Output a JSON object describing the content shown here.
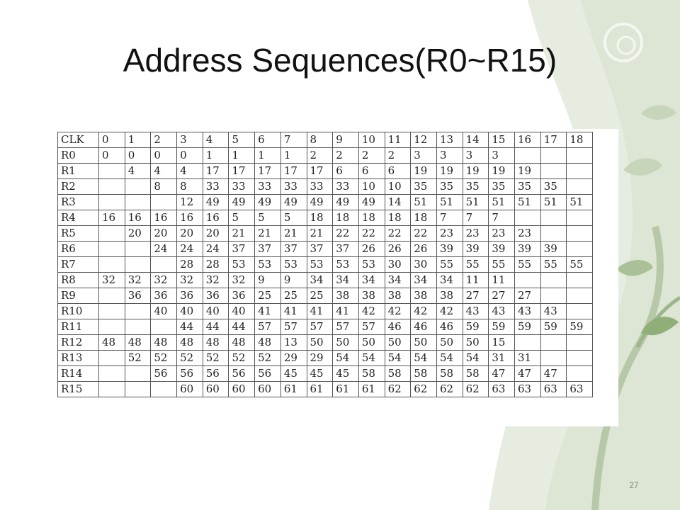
{
  "slide": {
    "title": "Address Sequences(R0~R15)",
    "page_number": "27"
  },
  "table": {
    "header": [
      "CLK",
      "0",
      "1",
      "2",
      "3",
      "4",
      "5",
      "6",
      "7",
      "8",
      "9",
      "10",
      "11",
      "12",
      "13",
      "14",
      "15",
      "16",
      "17",
      "18"
    ],
    "rows": [
      [
        "R0",
        "0",
        "0",
        "0",
        "0",
        "1",
        "1",
        "1",
        "1",
        "2",
        "2",
        "2",
        "2",
        "3",
        "3",
        "3",
        "3",
        "",
        "",
        ""
      ],
      [
        "R1",
        "",
        "4",
        "4",
        "4",
        "17",
        "17",
        "17",
        "17",
        "17",
        "6",
        "6",
        "6",
        "19",
        "19",
        "19",
        "19",
        "19",
        "",
        ""
      ],
      [
        "R2",
        "",
        "",
        "8",
        "8",
        "33",
        "33",
        "33",
        "33",
        "33",
        "33",
        "10",
        "10",
        "35",
        "35",
        "35",
        "35",
        "35",
        "35",
        ""
      ],
      [
        "R3",
        "",
        "",
        "",
        "12",
        "49",
        "49",
        "49",
        "49",
        "49",
        "49",
        "49",
        "14",
        "51",
        "51",
        "51",
        "51",
        "51",
        "51",
        "51"
      ],
      [
        "R4",
        "16",
        "16",
        "16",
        "16",
        "16",
        "5",
        "5",
        "5",
        "18",
        "18",
        "18",
        "18",
        "18",
        "7",
        "7",
        "7",
        "",
        "",
        ""
      ],
      [
        "R5",
        "",
        "20",
        "20",
        "20",
        "20",
        "21",
        "21",
        "21",
        "21",
        "22",
        "22",
        "22",
        "22",
        "23",
        "23",
        "23",
        "23",
        "",
        ""
      ],
      [
        "R6",
        "",
        "",
        "24",
        "24",
        "24",
        "37",
        "37",
        "37",
        "37",
        "37",
        "26",
        "26",
        "26",
        "39",
        "39",
        "39",
        "39",
        "39",
        ""
      ],
      [
        "R7",
        "",
        "",
        "",
        "28",
        "28",
        "53",
        "53",
        "53",
        "53",
        "53",
        "53",
        "30",
        "30",
        "55",
        "55",
        "55",
        "55",
        "55",
        "55"
      ],
      [
        "R8",
        "32",
        "32",
        "32",
        "32",
        "32",
        "32",
        "9",
        "9",
        "34",
        "34",
        "34",
        "34",
        "34",
        "34",
        "11",
        "11",
        "",
        "",
        ""
      ],
      [
        "R9",
        "",
        "36",
        "36",
        "36",
        "36",
        "36",
        "25",
        "25",
        "25",
        "38",
        "38",
        "38",
        "38",
        "38",
        "27",
        "27",
        "27",
        "",
        ""
      ],
      [
        "R10",
        "",
        "",
        "40",
        "40",
        "40",
        "40",
        "41",
        "41",
        "41",
        "41",
        "42",
        "42",
        "42",
        "42",
        "43",
        "43",
        "43",
        "43",
        ""
      ],
      [
        "R11",
        "",
        "",
        "",
        "44",
        "44",
        "44",
        "57",
        "57",
        "57",
        "57",
        "57",
        "46",
        "46",
        "46",
        "59",
        "59",
        "59",
        "59",
        "59"
      ],
      [
        "R12",
        "48",
        "48",
        "48",
        "48",
        "48",
        "48",
        "48",
        "13",
        "50",
        "50",
        "50",
        "50",
        "50",
        "50",
        "50",
        "15",
        "",
        "",
        ""
      ],
      [
        "R13",
        "",
        "52",
        "52",
        "52",
        "52",
        "52",
        "52",
        "29",
        "29",
        "54",
        "54",
        "54",
        "54",
        "54",
        "54",
        "31",
        "31",
        "",
        ""
      ],
      [
        "R14",
        "",
        "",
        "56",
        "56",
        "56",
        "56",
        "56",
        "45",
        "45",
        "45",
        "58",
        "58",
        "58",
        "58",
        "58",
        "47",
        "47",
        "47",
        ""
      ],
      [
        "R15",
        "",
        "",
        "",
        "60",
        "60",
        "60",
        "60",
        "61",
        "61",
        "61",
        "61",
        "62",
        "62",
        "62",
        "62",
        "63",
        "63",
        "63",
        "63"
      ]
    ]
  },
  "theme": {
    "vine_light": "#e6ece0",
    "vine_mid": "#c9d6bd",
    "vine_dark": "#7f9f6a"
  }
}
